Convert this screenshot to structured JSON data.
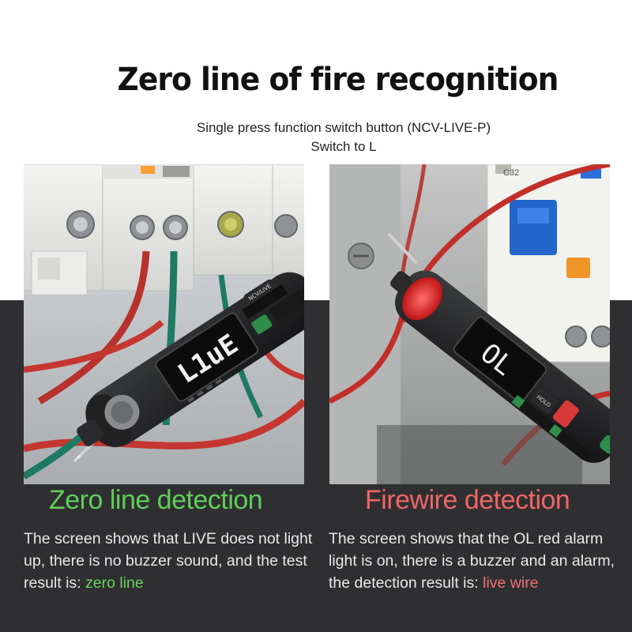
{
  "headline": "Zero line of fire recognition",
  "subheadline": {
    "line1": "Single press function switch button (NCV-LIVE-P)",
    "line2": "Switch to L"
  },
  "left_panel": {
    "display_text": "L1uE",
    "device_mode_label": "NCV/LIVE",
    "title": "Zero line detection",
    "description": "The screen shows that LIVE does not light up, there is no buzzer sound, and the test result is: ",
    "result": "zero line",
    "title_color": "#5fcf59"
  },
  "right_panel": {
    "display_text": "OL",
    "breaker_label": "C32",
    "device_hold_label": "HOLD",
    "title": "Firewire detection",
    "description": "The screen shows that the OL red alarm light is on, there is a buzzer and an alarm, the detection result is: ",
    "result": "live wire",
    "title_color": "#f06666"
  }
}
